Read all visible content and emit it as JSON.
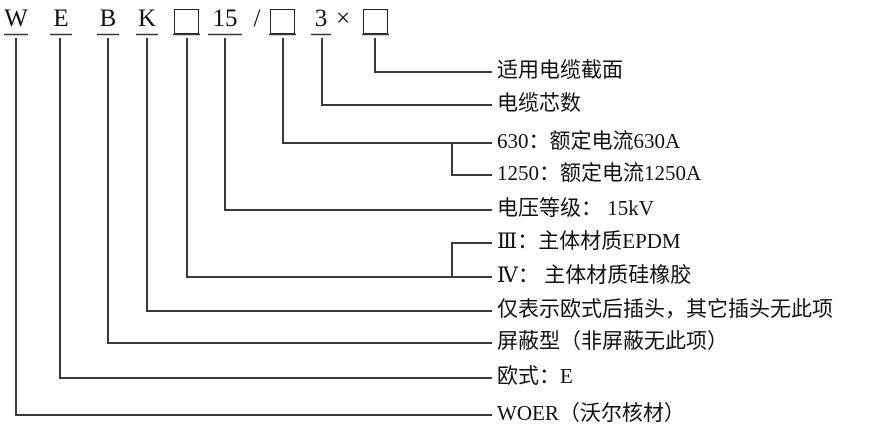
{
  "diagram": {
    "title": "WOER cable connector model designation breakdown",
    "line_color": "#3a3a3a",
    "text_color": "#111111",
    "background": "#fffffd",
    "code_string": {
      "segments": [
        {
          "id": "w",
          "text": "W",
          "kind": "letter"
        },
        {
          "id": "e",
          "text": "E",
          "kind": "letter"
        },
        {
          "id": "b",
          "text": "B",
          "kind": "letter"
        },
        {
          "id": "k",
          "text": "K",
          "kind": "letter"
        },
        {
          "id": "box1",
          "text": "",
          "kind": "box"
        },
        {
          "id": "fifteen",
          "text": "15",
          "kind": "number"
        },
        {
          "id": "slash",
          "text": "/",
          "kind": "separator"
        },
        {
          "id": "box2",
          "text": "",
          "kind": "box"
        },
        {
          "id": "three",
          "text": "3",
          "kind": "number"
        },
        {
          "id": "times",
          "text": "×",
          "kind": "separator"
        },
        {
          "id": "box3",
          "text": "",
          "kind": "box"
        }
      ]
    },
    "callouts": [
      {
        "id": "cable-cross-section",
        "source": "box3",
        "label": "适用电缆截面"
      },
      {
        "id": "cable-core-count",
        "source": "three",
        "label": "电缆芯数"
      },
      {
        "id": "rated-current-630",
        "source": "box2",
        "label": "630：额定电流630A"
      },
      {
        "id": "rated-current-1250",
        "source": "box2",
        "label": "1250：额定电流1250A"
      },
      {
        "id": "voltage-class",
        "source": "fifteen",
        "label": "电压等级：  15kV"
      },
      {
        "id": "material-epdm",
        "source": "box1",
        "label": "Ⅲ：主体材质EPDM"
      },
      {
        "id": "material-silicone",
        "source": "box1",
        "label": "Ⅳ： 主体材质硅橡胶"
      },
      {
        "id": "european-rear-plug",
        "source": "k",
        "label": "仅表示欧式后插头，其它插头无此项"
      },
      {
        "id": "shielded-type",
        "source": "b",
        "label": "屏蔽型（非屏蔽无此项）"
      },
      {
        "id": "european-style",
        "source": "e",
        "label": "欧式：E"
      },
      {
        "id": "brand-woer",
        "source": "w",
        "label": "WOER（沃尔核材）"
      }
    ]
  }
}
